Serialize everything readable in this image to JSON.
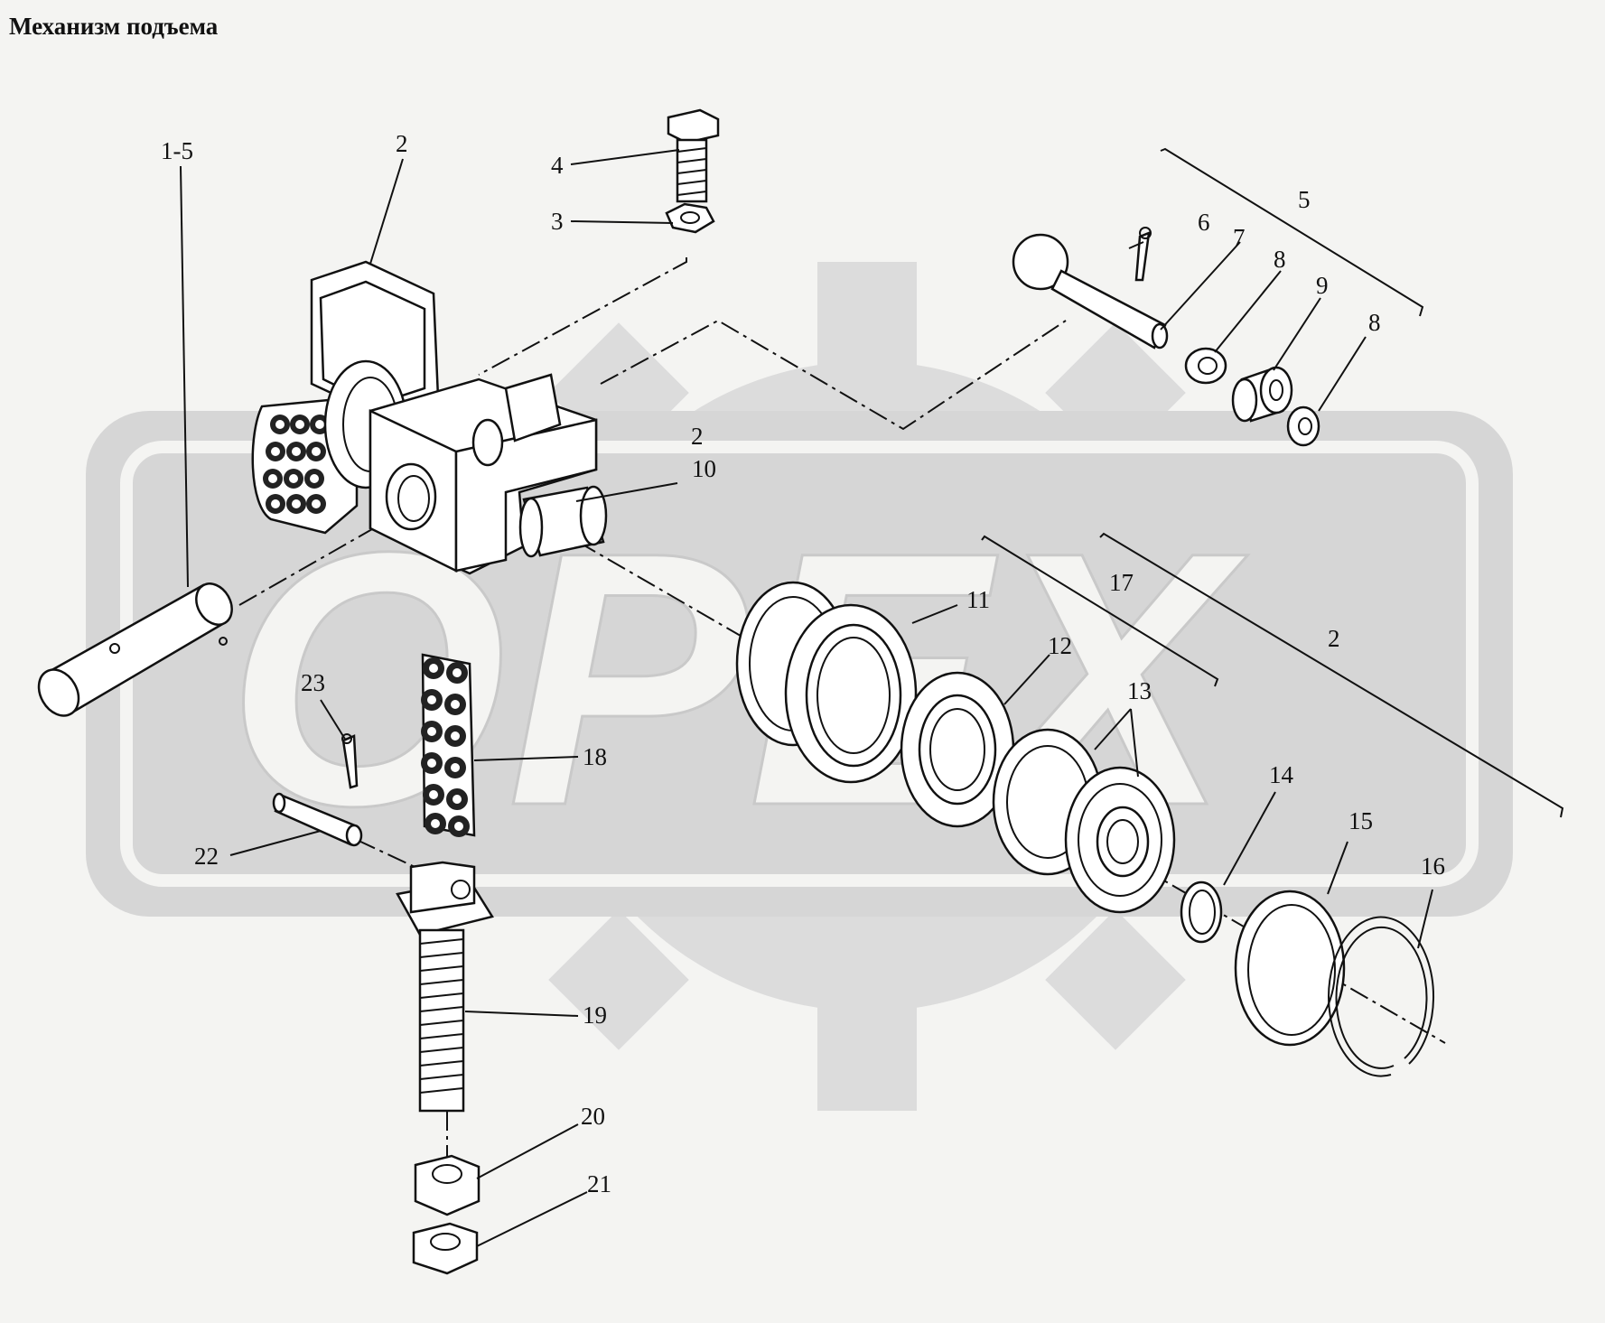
{
  "title": "Механизм подъема",
  "callouts": [
    {
      "id": "1-5",
      "text": "1-5"
    },
    {
      "id": "2a",
      "text": "2"
    },
    {
      "id": "2b",
      "text": "2"
    },
    {
      "id": "2c",
      "text": "2"
    },
    {
      "id": "3",
      "text": "3"
    },
    {
      "id": "4",
      "text": "4"
    },
    {
      "id": "5",
      "text": "5"
    },
    {
      "id": "6",
      "text": "6"
    },
    {
      "id": "7",
      "text": "7"
    },
    {
      "id": "8a",
      "text": "8"
    },
    {
      "id": "8b",
      "text": "8"
    },
    {
      "id": "9",
      "text": "9"
    },
    {
      "id": "10",
      "text": "10"
    },
    {
      "id": "11",
      "text": "11"
    },
    {
      "id": "12",
      "text": "12"
    },
    {
      "id": "13",
      "text": "13"
    },
    {
      "id": "14",
      "text": "14"
    },
    {
      "id": "15",
      "text": "15"
    },
    {
      "id": "16",
      "text": "16"
    },
    {
      "id": "17",
      "text": "17"
    },
    {
      "id": "18",
      "text": "18"
    },
    {
      "id": "19",
      "text": "19"
    },
    {
      "id": "20",
      "text": "20"
    },
    {
      "id": "21",
      "text": "21"
    },
    {
      "id": "22",
      "text": "22"
    },
    {
      "id": "23",
      "text": "23"
    }
  ],
  "watermark": {
    "text": "ОРЕХ",
    "color": "#d9d9d9"
  }
}
